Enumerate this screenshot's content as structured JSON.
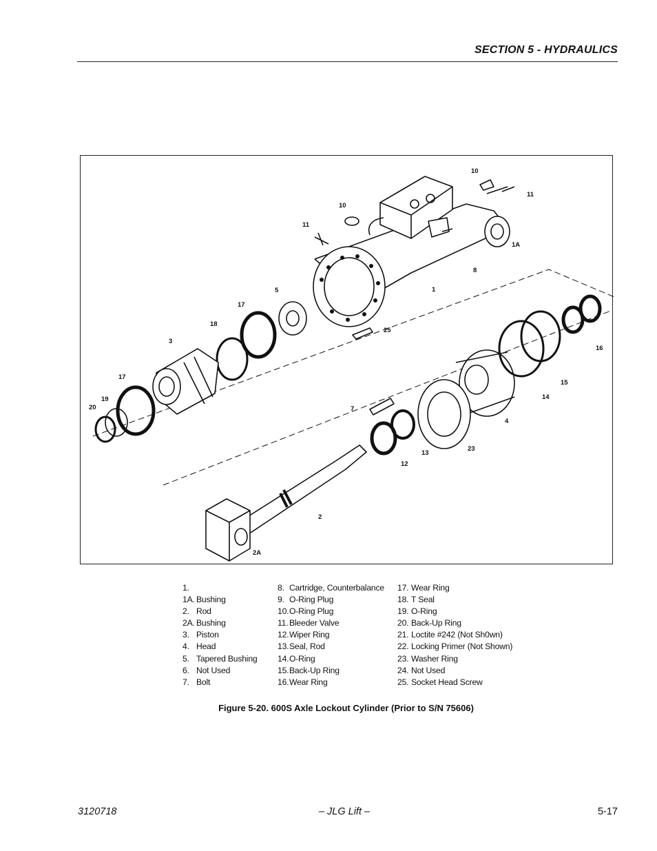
{
  "header": {
    "title": "SECTION 5 - HYDRAULICS"
  },
  "figure": {
    "callouts": [
      "1",
      "1A",
      "2",
      "2A",
      "3",
      "4",
      "5",
      "7",
      "8",
      "10",
      "10",
      "11",
      "11",
      "12",
      "13",
      "14",
      "15",
      "16",
      "17",
      "17",
      "18",
      "19",
      "20",
      "23",
      "25"
    ]
  },
  "legend": {
    "col1": [
      {
        "num": "1.",
        "text": ""
      },
      {
        "num": "1A.",
        "text": "Bushing"
      },
      {
        "num": "2.",
        "text": "Rod"
      },
      {
        "num": "2A.",
        "text": "Bushing"
      },
      {
        "num": "3.",
        "text": "Piston"
      },
      {
        "num": "4.",
        "text": "Head"
      },
      {
        "num": "5.",
        "text": "Tapered Bushing"
      },
      {
        "num": "6.",
        "text": "Not Used"
      },
      {
        "num": "7.",
        "text": "Bolt"
      }
    ],
    "col2": [
      {
        "num": "8.",
        "text": "Cartridge, Counterbalance"
      },
      {
        "num": "9.",
        "text": "O-Ring Plug"
      },
      {
        "num": "10.",
        "text": "O-Ring Plug"
      },
      {
        "num": "11.",
        "text": "Bleeder Valve"
      },
      {
        "num": "12.",
        "text": "Wiper Ring"
      },
      {
        "num": "13.",
        "text": "Seal, Rod"
      },
      {
        "num": "14.",
        "text": "O-Ring"
      },
      {
        "num": "15.",
        "text": "Back-Up Ring"
      },
      {
        "num": "16.",
        "text": "Wear Ring"
      }
    ],
    "col3": [
      {
        "num": "17.",
        "text": "Wear Ring"
      },
      {
        "num": "18.",
        "text": "T Seal"
      },
      {
        "num": "19.",
        "text": "O-Ring"
      },
      {
        "num": "20.",
        "text": "Back-Up Ring"
      },
      {
        "num": "21.",
        "text": "Loctite #242 (Not Sh0wn)"
      },
      {
        "num": "22.",
        "text": "Locking Primer (Not Shown)"
      },
      {
        "num": "23.",
        "text": "Washer Ring"
      },
      {
        "num": "24.",
        "text": "Not Used"
      },
      {
        "num": "25.",
        "text": "Socket Head Screw"
      }
    ]
  },
  "caption": "Figure 5-20.  600S Axle Lockout Cylinder (Prior to S/N 75606)",
  "footer": {
    "left": "3120718",
    "center": "– JLG Lift –",
    "right": "5-17"
  }
}
